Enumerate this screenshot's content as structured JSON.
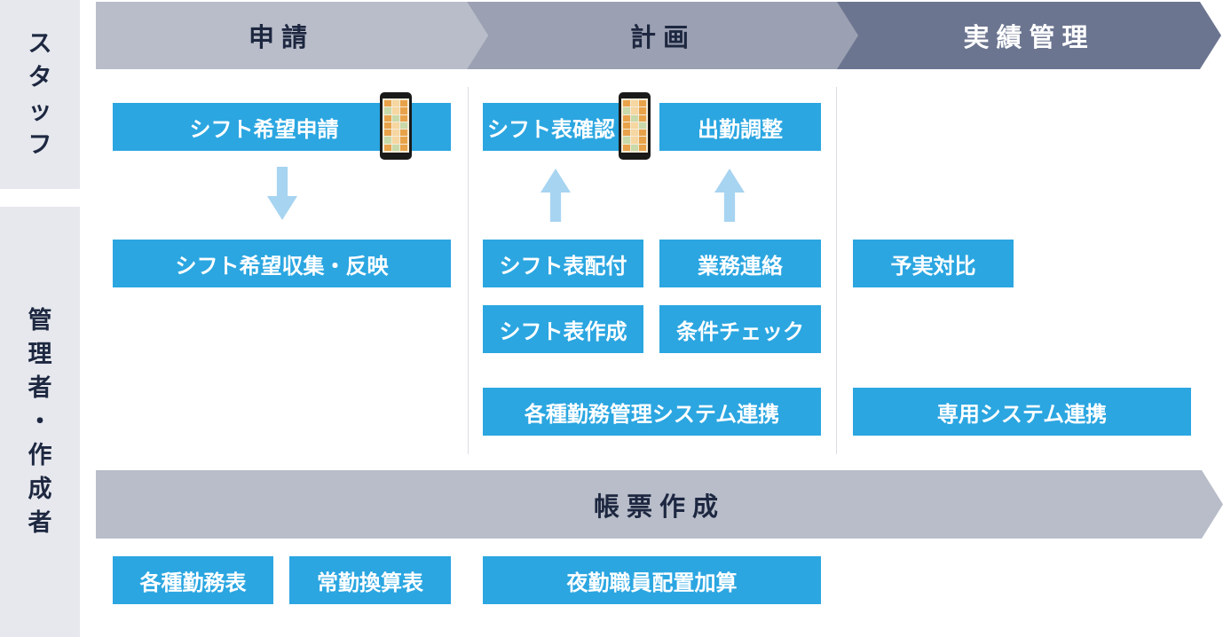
{
  "sidebar": {
    "staff_label": "スタッフ",
    "manager_label": "管理者・作成者"
  },
  "phases": [
    "申請",
    "計画",
    "実績管理"
  ],
  "boxes": {
    "shift_request": "シフト希望申請",
    "shift_collect": "シフト希望収集・反映",
    "shift_confirm": "シフト表確認",
    "attendance_adjust": "出勤調整",
    "shift_distribute": "シフト表配付",
    "business_contact": "業務連絡",
    "shift_create": "シフト表作成",
    "condition_check": "条件チェック",
    "system_link": "各種勤務管理システム連携",
    "plan_actual": "予実対比",
    "dedicated_link": "専用システム連携"
  },
  "report": {
    "band_label": "帳票作成",
    "items": [
      "各種勤務表",
      "常勤換算表",
      "夜勤職員配置加算"
    ]
  },
  "colors": {
    "box": "#2ba6e1",
    "arrow": "#a7d4f1",
    "phase1": "#b8bdc9",
    "phase2": "#9ba1b2",
    "phase3": "#6c7590",
    "sidebar": "#e6e8ed",
    "text_dark": "#1d2740"
  },
  "icons": [
    "smartphone-icon",
    "arrow-down-icon",
    "arrow-up-icon"
  ]
}
